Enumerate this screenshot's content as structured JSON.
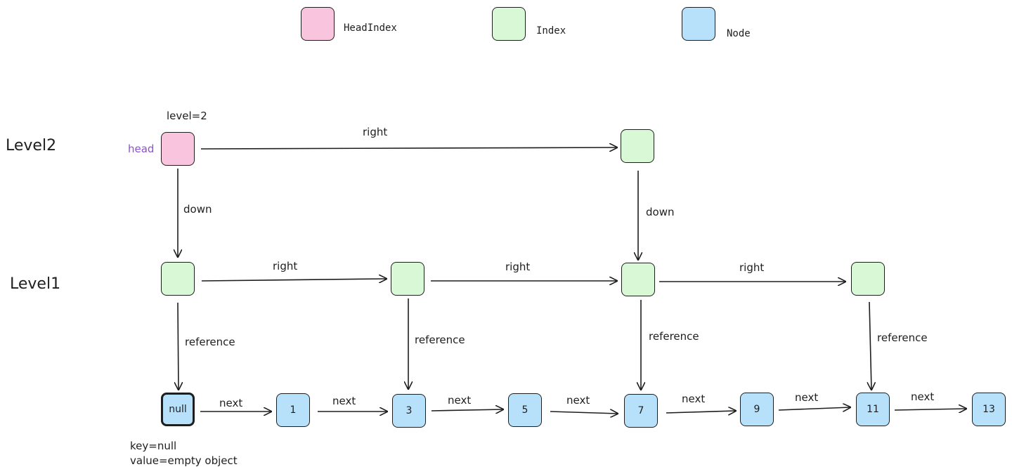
{
  "legend": {
    "head_index": "HeadIndex",
    "index": "Index",
    "node": "Node"
  },
  "levels": {
    "level2": "Level2",
    "level1": "Level1"
  },
  "head": {
    "label": "head",
    "level_text": "level=2"
  },
  "edges": {
    "right": "right",
    "down": "down",
    "reference": "reference",
    "next": "next"
  },
  "nodes": [
    "null",
    "1",
    "3",
    "5",
    "7",
    "9",
    "11",
    "13"
  ],
  "null_node_info": {
    "key_line": "key=null",
    "value_line": "value=empty object"
  },
  "colors": {
    "head_index": "#f8c4de",
    "index": "#d8f8d6",
    "node": "#b7e1fa",
    "stroke": "#1e1e1e",
    "head_label": "#8e4fd6"
  }
}
